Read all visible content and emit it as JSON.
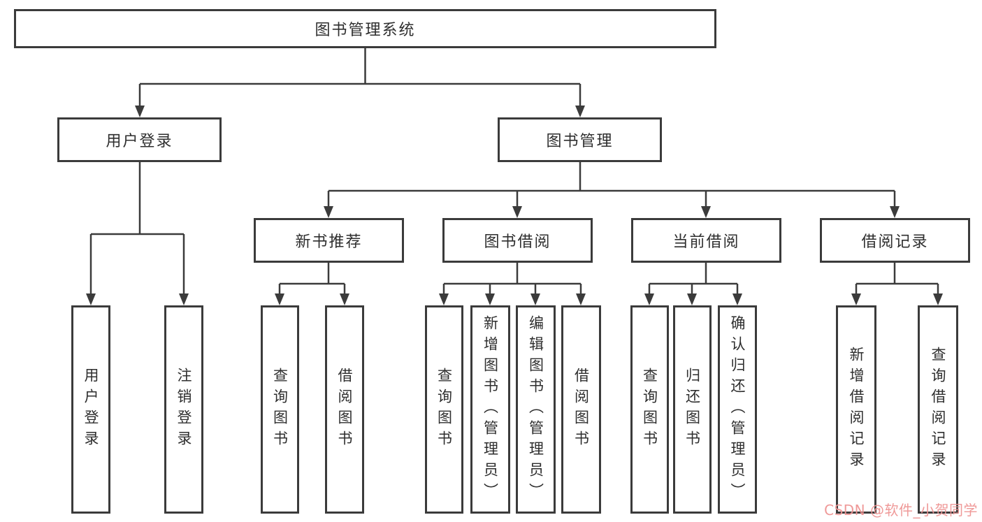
{
  "tree": {
    "root": {
      "label": "图书管理系统"
    },
    "branches": [
      {
        "label": "用户登录",
        "children": [
          {
            "label": "用户登录"
          },
          {
            "label": "注销登录"
          }
        ]
      },
      {
        "label": "图书管理",
        "children": [
          {
            "label": "新书推荐",
            "children": [
              {
                "label": "查询图书"
              },
              {
                "label": "借阅图书"
              }
            ]
          },
          {
            "label": "图书借阅",
            "children": [
              {
                "label": "查询图书"
              },
              {
                "label": "新增图书（管理员）"
              },
              {
                "label": "编辑图书（管理员）"
              },
              {
                "label": "借阅图书"
              }
            ]
          },
          {
            "label": "当前借阅",
            "children": [
              {
                "label": "查询图书"
              },
              {
                "label": "归还图书"
              },
              {
                "label": "确认归还（管理员）"
              }
            ]
          },
          {
            "label": "借阅记录",
            "children": [
              {
                "label": "新增借阅记录"
              },
              {
                "label": "查询借阅记录"
              }
            ]
          }
        ]
      }
    ]
  },
  "watermark": {
    "text": "CSDN @软件_小贺同学"
  },
  "colors": {
    "line": "#3b3b3b",
    "text": "#2e2e2e",
    "background": "#ffffff",
    "watermark": "#ef9493"
  }
}
